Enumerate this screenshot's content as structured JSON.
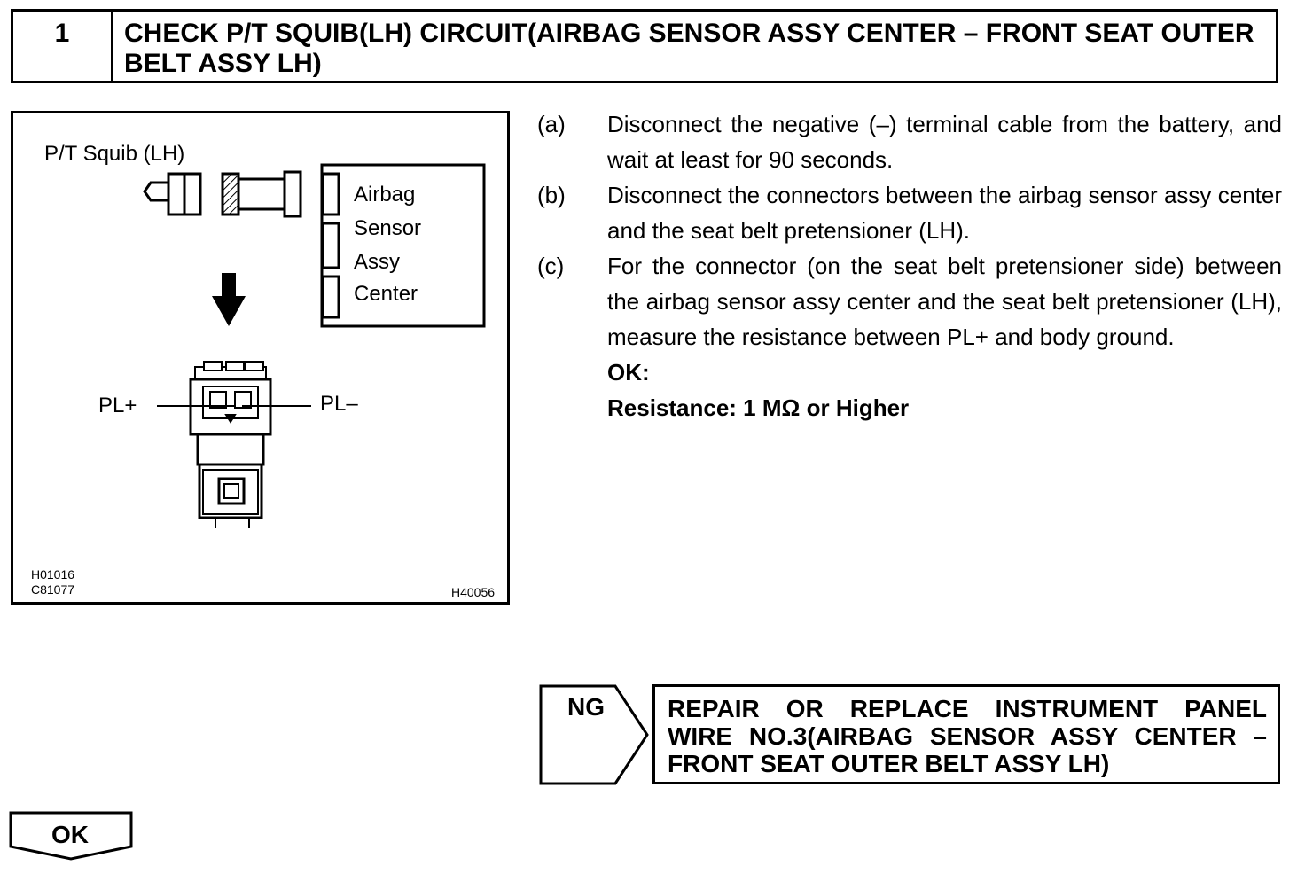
{
  "header": {
    "step_number": "1",
    "title": "CHECK P/T SQUIB(LH) CIRCUIT(AIRBAG SENSOR ASSY CENTER – FRONT SEAT OUTER BELT ASSY LH)"
  },
  "figure": {
    "squib_label": "P/T Squib (LH)",
    "sensor_label_lines": [
      "Airbag",
      "Sensor",
      "Assy",
      "Center"
    ],
    "pl_plus": "PL+",
    "pl_minus": "PL–",
    "codes_left": [
      "H01016",
      "C81077"
    ],
    "code_right": "H40056"
  },
  "steps": [
    {
      "letter": "(a)",
      "text": "Disconnect the negative (–) terminal cable from the battery, and wait at least for 90 seconds."
    },
    {
      "letter": "(b)",
      "text": "Disconnect the connectors between the airbag sensor assy center and the seat belt pretensioner (LH)."
    },
    {
      "letter": "(c)",
      "text": "For the connector (on the seat belt pretensioner side) between the airbag sensor assy center and the seat belt pretensioner (LH), measure the resistance between PL+ and body ground."
    }
  ],
  "ok_spec": {
    "label": "OK:",
    "value": "Resistance: 1 MΩ or Higher"
  },
  "ng": {
    "label": "NG",
    "repair_lines": [
      "REPAIR OR REPLACE INSTRUMENT PANEL",
      "WIRE NO.3(AIRBAG SENSOR ASSY CENTER –",
      "FRONT SEAT OUTER BELT ASSY LH)"
    ]
  },
  "ok_next": {
    "label": "OK"
  }
}
